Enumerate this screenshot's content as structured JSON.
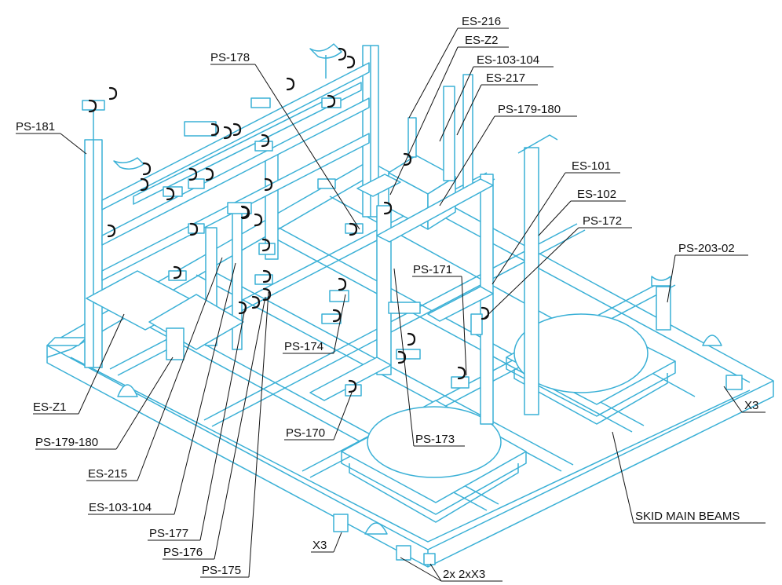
{
  "colors": {
    "structure": "#3ab0d6",
    "labels": "#111111",
    "background": "#ffffff"
  },
  "callouts": {
    "es216": "ES-216",
    "esz2": "ES-Z2",
    "es103_top": "ES-103-104",
    "es217": "ES-217",
    "ps178": "PS-178",
    "ps181": "PS-181",
    "ps179_top": "PS-179-180",
    "es101": "ES-101",
    "es102": "ES-102",
    "ps172": "PS-172",
    "ps203": "PS-203-02",
    "ps171": "PS-171",
    "ps174": "PS-174",
    "x3_right": "X3",
    "esz1": "ES-Z1",
    "ps179_bottom": "PS-179-180",
    "ps170": "PS-170",
    "ps173": "PS-173",
    "es215": "ES-215",
    "es103_bottom": "ES-103-104",
    "skid": "SKID MAIN BEAMS",
    "ps177": "PS-177",
    "ps176": "PS-176",
    "ps175": "PS-175",
    "x3_bottom": "X3",
    "twox": "2x 2xX3"
  }
}
